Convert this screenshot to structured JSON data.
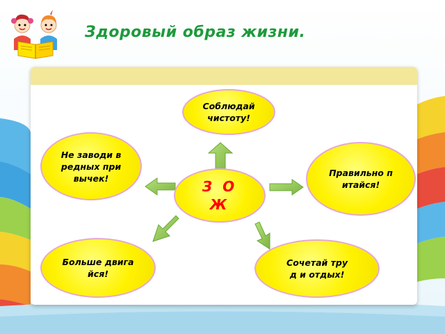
{
  "slide": {
    "title": "Здоровый образ жизни.",
    "center": "З О Ж",
    "nodes": {
      "top": "Соблюдай чистоту!",
      "left": "Не заводи вредных привычек!",
      "right": "Правильно питайся!",
      "bottom_left": "Больше двигайся!",
      "bottom_right": "Сочетай труд и отдых!"
    }
  },
  "colors": {
    "title": "#1e9a3c",
    "node_fill": "#fff200",
    "node_border": "#e6a8d0",
    "center_text": "#ff0000",
    "arrow": "#8cc63f",
    "card_header": "#f3e79a"
  },
  "icons": {
    "logo": "kids-reading-book-icon"
  }
}
